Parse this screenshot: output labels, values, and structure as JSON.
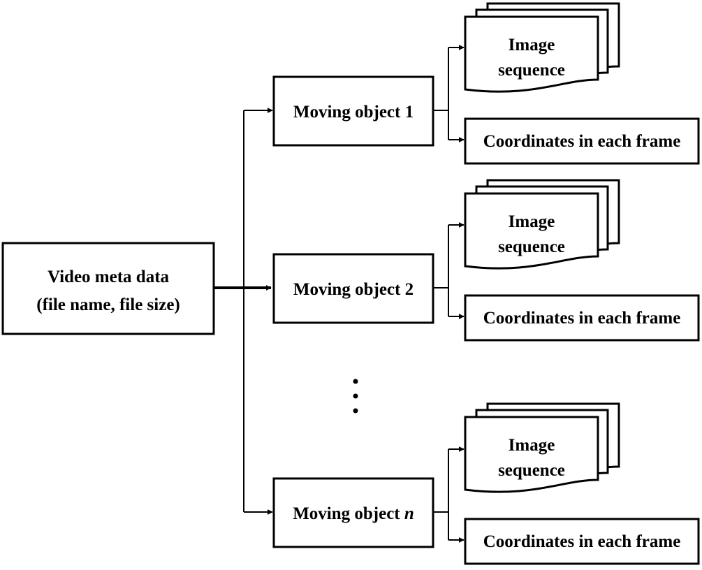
{
  "root": {
    "line1": "Video meta data",
    "line2": "(file name, file size)"
  },
  "objects": [
    {
      "label": "Moving object 1",
      "image_line1": "Image",
      "image_line2": "sequence",
      "coords": "Coordinates in each frame"
    },
    {
      "label": "Moving object 2",
      "image_line1": "Image",
      "image_line2": "sequence",
      "coords": "Coordinates in each frame"
    },
    {
      "label_prefix": "Moving object ",
      "label_var": "n",
      "image_line1": "Image",
      "image_line2": "sequence",
      "coords": "Coordinates in each frame"
    }
  ],
  "ellipsis": "⋮"
}
